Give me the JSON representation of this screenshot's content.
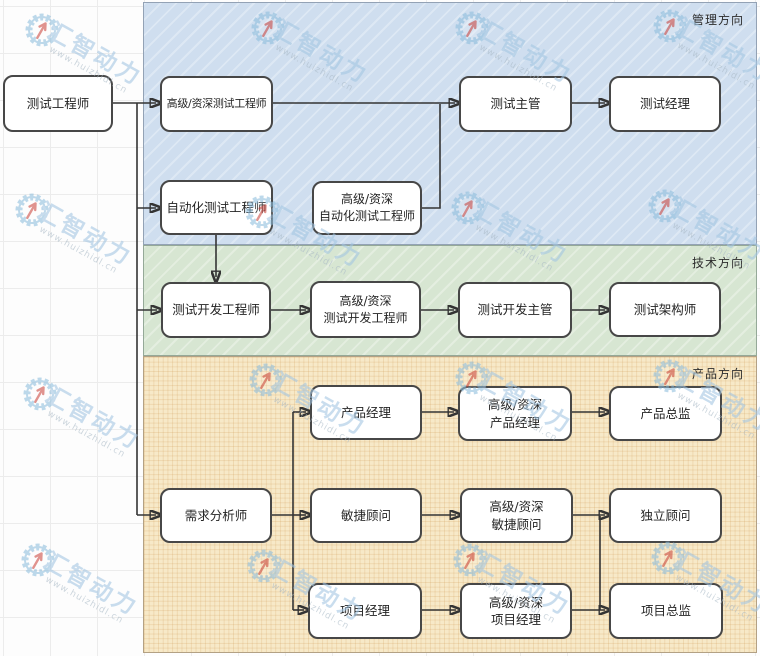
{
  "regions": [
    {
      "id": "management",
      "label": "管理方向",
      "color": "#cfdeef"
    },
    {
      "id": "technical",
      "label": "技术方向",
      "color": "#d7e6d2"
    },
    {
      "id": "product",
      "label": "产品方向",
      "color": "#f7e9c8"
    }
  ],
  "nodes": {
    "tester": {
      "label": "测试工程师"
    },
    "senior_tester": {
      "label": "高级/资深测试工程师"
    },
    "test_lead": {
      "label": "测试主管"
    },
    "test_manager": {
      "label": "测试经理"
    },
    "auto_tester": {
      "label": "自动化测试工程师"
    },
    "senior_auto_tester": {
      "label": "高级/资深\n自动化测试工程师"
    },
    "test_dev": {
      "label": "测试开发工程师"
    },
    "senior_test_dev": {
      "label": "高级/资深\n测试开发工程师"
    },
    "test_dev_lead": {
      "label": "测试开发主管"
    },
    "test_architect": {
      "label": "测试架构师"
    },
    "product_manager": {
      "label": "产品经理"
    },
    "senior_product_manager": {
      "label": "高级/资深\n产品经理"
    },
    "product_director": {
      "label": "产品总监"
    },
    "req_analyst": {
      "label": "需求分析师"
    },
    "agile_consultant": {
      "label": "敏捷顾问"
    },
    "senior_agile_consultant": {
      "label": "高级/资深\n敏捷顾问"
    },
    "independent_consultant": {
      "label": "独立顾问"
    },
    "project_manager": {
      "label": "项目经理"
    },
    "senior_project_manager": {
      "label": "高级/资深\n项目经理"
    },
    "project_director": {
      "label": "项目总监"
    }
  },
  "edges": [
    {
      "from": "tester",
      "to": "senior_tester"
    },
    {
      "from": "tester",
      "to": "auto_tester"
    },
    {
      "from": "tester",
      "to": "test_dev"
    },
    {
      "from": "tester",
      "to": "req_analyst"
    },
    {
      "from": "senior_tester",
      "to": "test_lead"
    },
    {
      "from": "senior_auto_tester",
      "to": "test_lead"
    },
    {
      "from": "auto_tester",
      "to": "senior_auto_tester"
    },
    {
      "from": "auto_tester",
      "to": "test_dev"
    },
    {
      "from": "test_lead",
      "to": "test_manager"
    },
    {
      "from": "test_dev",
      "to": "senior_test_dev"
    },
    {
      "from": "senior_test_dev",
      "to": "test_dev_lead"
    },
    {
      "from": "test_dev_lead",
      "to": "test_architect"
    },
    {
      "from": "req_analyst",
      "to": "product_manager"
    },
    {
      "from": "req_analyst",
      "to": "agile_consultant"
    },
    {
      "from": "req_analyst",
      "to": "project_manager"
    },
    {
      "from": "product_manager",
      "to": "senior_product_manager"
    },
    {
      "from": "senior_product_manager",
      "to": "product_director"
    },
    {
      "from": "agile_consultant",
      "to": "senior_agile_consultant"
    },
    {
      "from": "senior_agile_consultant",
      "to": "independent_consultant"
    },
    {
      "from": "project_manager",
      "to": "senior_project_manager"
    },
    {
      "from": "senior_project_manager",
      "to": "project_director"
    },
    {
      "from": "senior_project_manager",
      "to": "independent_consultant"
    }
  ],
  "watermark": {
    "text": "汇智动力",
    "url": "www.huizhidl.cn"
  }
}
